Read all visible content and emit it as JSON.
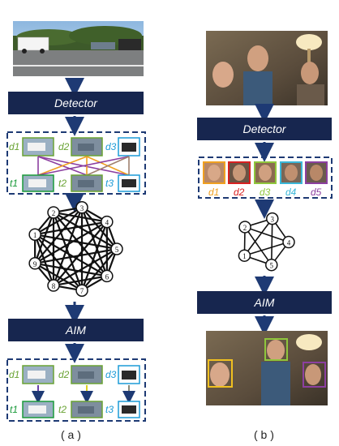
{
  "panel_a": {
    "detector_label": "Detector",
    "aim_label": "AIM",
    "caption": "( a )",
    "detections": [
      "d1",
      "d2",
      "d3"
    ],
    "tracks": [
      "t1",
      "t2",
      "t3"
    ],
    "graph_nodes": [
      "1",
      "2",
      "3",
      "4",
      "5",
      "6",
      "7",
      "8",
      "9"
    ]
  },
  "panel_b": {
    "detector_label": "Detector",
    "aim_label": "AIM",
    "caption": "( b )",
    "detections": [
      "d1",
      "d2",
      "d3",
      "d4",
      "d5"
    ],
    "graph_nodes": [
      "1",
      "2",
      "3",
      "4",
      "5"
    ]
  },
  "colors": {
    "band": "#17264f",
    "arrow": "#1e3a74",
    "d1": "#6aa334",
    "d2": "#6aa334",
    "d3": "#1c9bd7",
    "t1": "#1a9a3a",
    "t2": "#6aa334",
    "t3": "#1c9bd7",
    "b_d1": "#f0a020",
    "b_d2": "#d82020",
    "b_d3": "#8fc63c",
    "b_d4": "#3ab7d8",
    "b_d5": "#8c3fa0"
  }
}
